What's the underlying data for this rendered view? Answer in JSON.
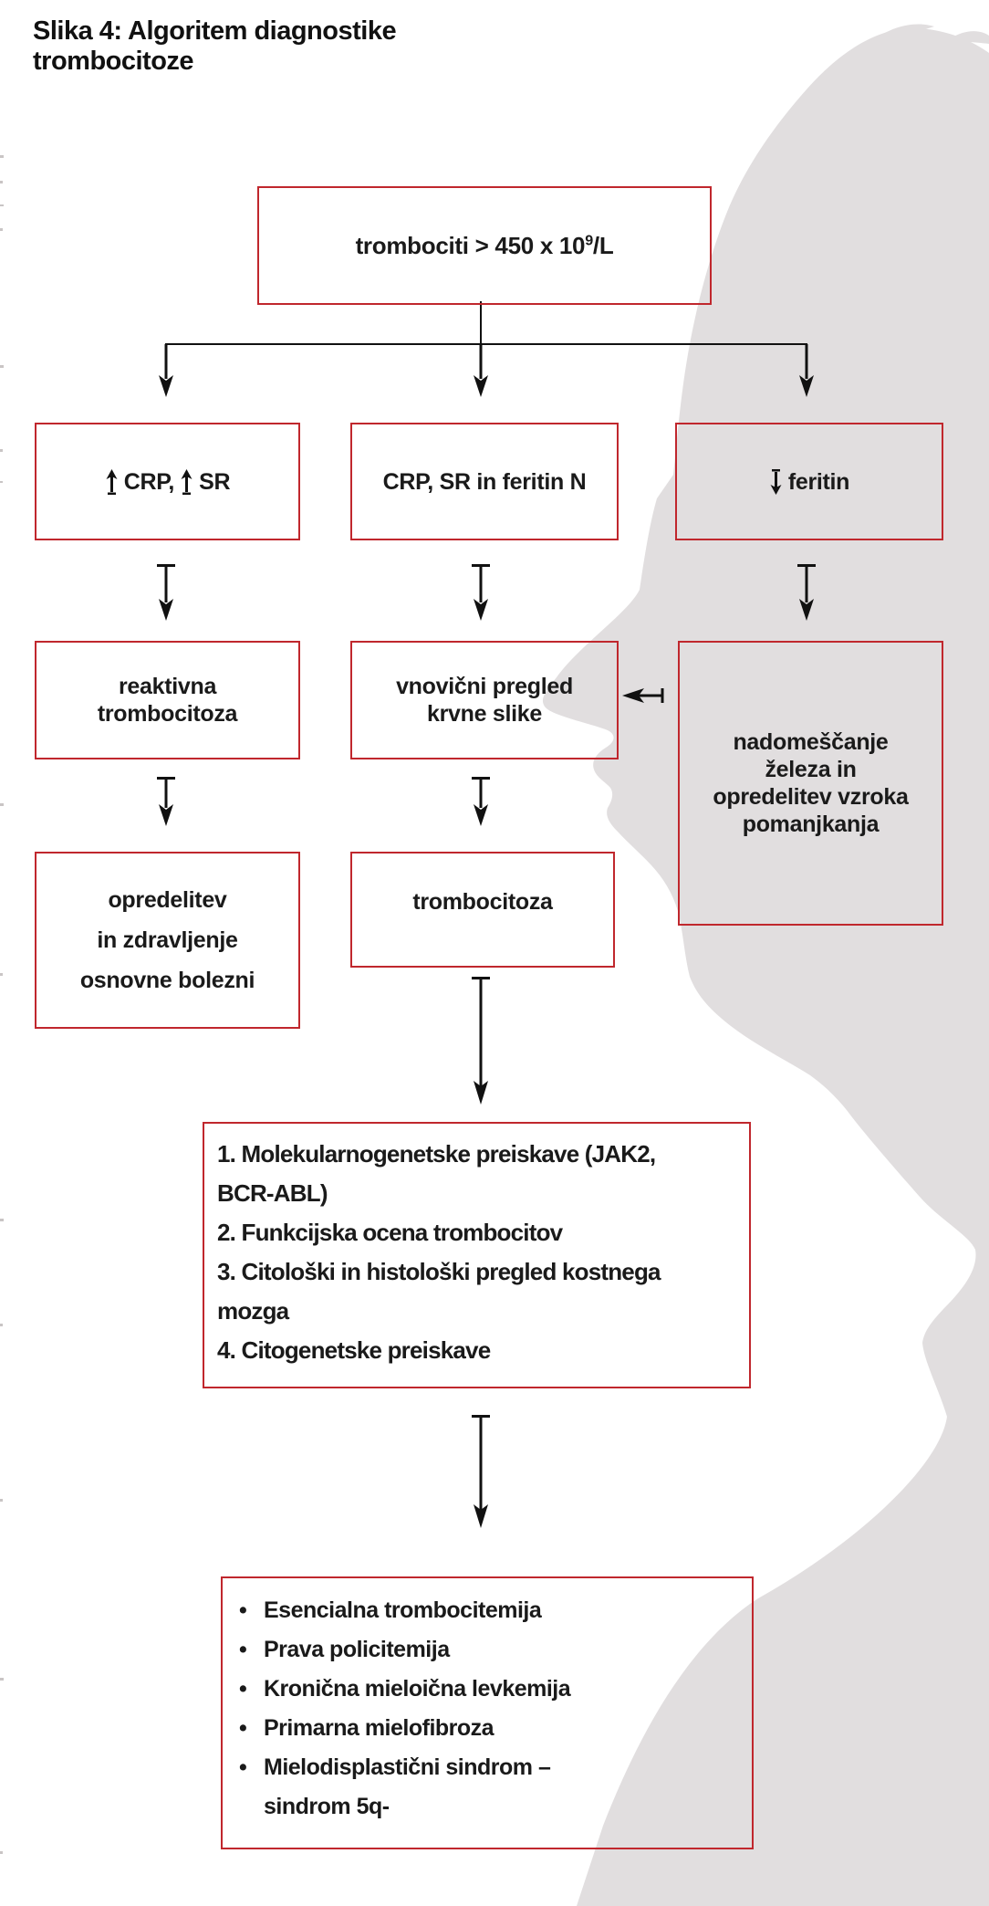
{
  "title": {
    "line1": "Slika 4: Algoritem diagnostike",
    "line2": "trombocitoze"
  },
  "colors": {
    "box_border": "#c0272d",
    "silhouette_gray": "#e1dedf",
    "text": "#1a1a1a"
  },
  "icons": {
    "up_arrow": "up-arrow",
    "down_arrow": "down-arrow",
    "left_arrow": "left-arrow",
    "flow_down_arrow": "down-flow-arrow",
    "bullet": "•"
  },
  "flow": {
    "top_box": {
      "text_before_sup": "trombociti > 450 x 10",
      "sup": "9",
      "text_after_sup": "/L"
    },
    "row1": {
      "left": {
        "part1": "CRP,",
        "part2": "SR"
      },
      "middle": "CRP, SR in feritin N",
      "right": "feritin"
    },
    "row2": {
      "left": [
        "reaktivna",
        "trombocitoza"
      ],
      "middle": [
        "vnovični pregled",
        "krvne slike"
      ],
      "right": [
        "nadomeščanje",
        "železa in",
        "opredelitev vzroka",
        "pomanjkanja"
      ]
    },
    "row3": {
      "left": [
        "opredelitev",
        "in zdravljenje",
        "osnovne bolezni"
      ],
      "middle": "trombocitoza"
    },
    "tests_box": {
      "lines": [
        "1. Molekularnogenetske preiskave (JAK2,",
        "BCR-ABL)",
        "2. Funkcijska ocena trombocitov",
        "3. Citološki in histološki pregled kostnega",
        "mozga",
        "4. Citogenetske preiskave"
      ]
    },
    "diagnoses_box": {
      "bullet": "•",
      "items": [
        "Esencialna trombocitemija",
        "Prava policitemija",
        "Kronična mieloična levkemija",
        "Primarna mielofibroza",
        "Mielodisplastični sindrom –"
      ],
      "continuation": "sindrom 5q-"
    }
  }
}
